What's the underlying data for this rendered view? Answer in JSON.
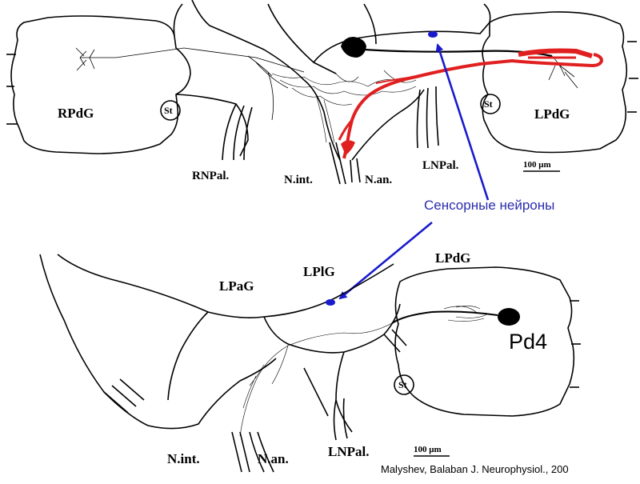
{
  "colors": {
    "outline": "#000000",
    "stained_neuron": "#e02020",
    "annotation": "#1a1acc",
    "annotation_text": "#2b2bb0"
  },
  "top_panel": {
    "labels": {
      "rpdg": "RPdG",
      "st_left": "St",
      "st_right": "St",
      "lpdg": "LPdG",
      "rnpal": "RNPal.",
      "nint": "N.int.",
      "nan": "N.an.",
      "lnpal": "LNPal."
    },
    "scale_bar": "100 μm"
  },
  "bottom_panel": {
    "labels": {
      "lpag": "LPaG",
      "lplg": "LPlG",
      "lpdg": "LPdG",
      "pd4": "Pd4",
      "st": "St",
      "nint": "N.int.",
      "nan": "N.an.",
      "lnpal": "LNPal."
    },
    "scale_bar": "100 μm"
  },
  "annotation": {
    "label": "Сенсорные нейроны"
  },
  "citation": "Malyshev, Balaban J. Neurophysiol., 200"
}
